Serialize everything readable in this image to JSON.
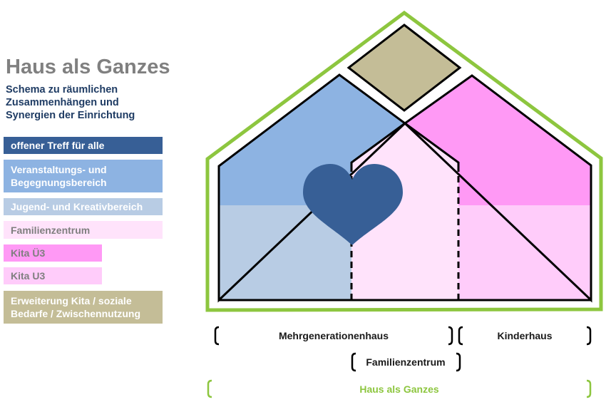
{
  "title": "Haus als Ganzes",
  "subtitle": "Schema zu räumlichen Zusammenhängen und Synergien der Einrichtung",
  "legend": {
    "treff": "offener Treff für alle",
    "veranstaltung": "Veranstaltungs- und Begegnungsbereich",
    "jugend": "Jugend- und Kreativbereich",
    "familienzentrum": "Familienzentrum",
    "kita_ue3": "Kita Ü3",
    "kita_u3": "Kita U3",
    "erweiterung": "Erweiterung Kita / soziale Bedarfe / Zwischennutzung"
  },
  "brackets": {
    "mehrgenerationenhaus": "Mehrgenerationenhaus",
    "kinderhaus": "Kinderhaus",
    "familienzentrum": "Familienzentrum",
    "haus_als_ganzes": "Haus als Ganzes"
  },
  "colors": {
    "treff": "#375f96",
    "veranstaltung": "#8db3e2",
    "jugend": "#b8cce4",
    "familienzentrum": "#ffe3fb",
    "kita_ue3": "#ff99f5",
    "kita_u3": "#ffccfa",
    "erweiterung": "#c4bd97",
    "outline": "#8dc63f",
    "heart": "#375f96"
  }
}
